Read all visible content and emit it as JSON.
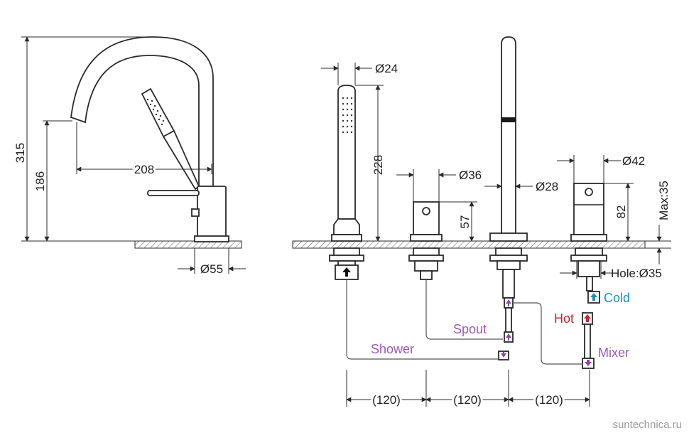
{
  "dimensions": {
    "height_total": "315",
    "spout_height": "186",
    "spout_reach": "208",
    "base_diameter": "Ø55",
    "shower_diameter": "Ø24",
    "shower_length": "228",
    "diverter_diameter": "Ø36",
    "diverter_height": "57",
    "spout_diameter": "Ø28",
    "mixer_diameter": "Ø42",
    "mixer_height": "82",
    "max_deck": "Max:35",
    "hole": "Hole:Ø35",
    "spacing_1": "(120)",
    "spacing_2": "(120)",
    "spacing_3": "(120)"
  },
  "connections": {
    "shower": "Shower",
    "spout": "Spout",
    "mixer": "Mixer",
    "hot": "Hot",
    "cold": "Cold"
  },
  "colors": {
    "label_purple": "#9b59b6",
    "hot_red": "#d0202a",
    "cold_blue": "#1a8fc0",
    "arrow_purple": "#8e44ad"
  },
  "watermark": "suntechnica.ru"
}
